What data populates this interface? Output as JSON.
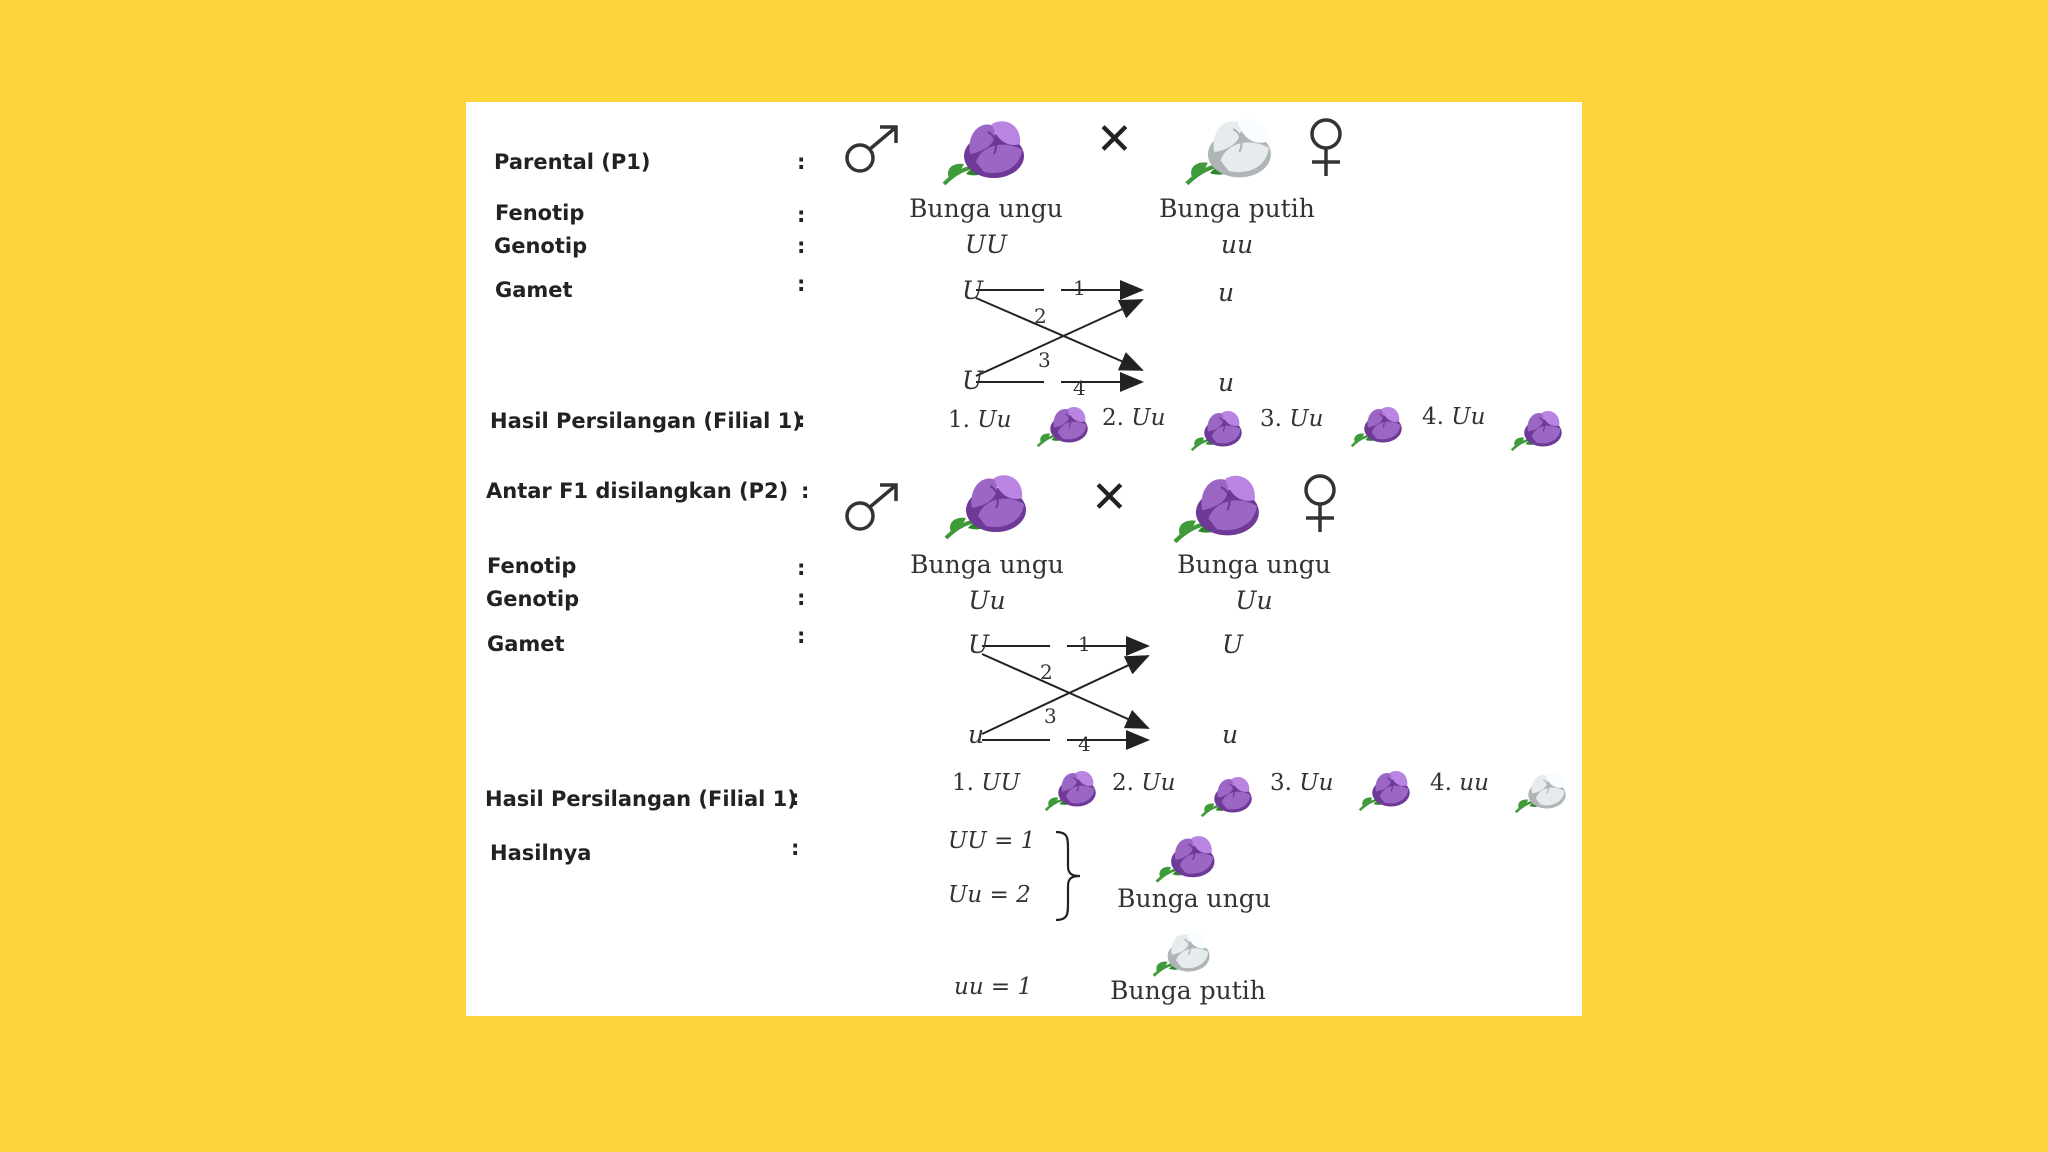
{
  "colors": {
    "background": "#fdd43a",
    "panel": "#ffffff",
    "purple_flower": "#9b66c4",
    "white_flower": "#e6ecee",
    "leaf": "#3f9a3a"
  },
  "p1": {
    "label": "Parental (P1)",
    "colon": ":",
    "male_symbol_icon": "male-symbol-icon",
    "female_symbol_icon": "female-symbol-icon",
    "cross_symbol": "✕",
    "fenotip_label": "Fenotip",
    "genotip_label": "Genotip",
    "gamet_label": "Gamet",
    "male_fenotip": "Bunga ungu",
    "female_fenotip": "Bunga putih",
    "male_genotip": "UU",
    "female_genotip": "uu",
    "gametes": {
      "left_top": "U",
      "left_bottom": "U",
      "right_top": "u",
      "right_bottom": "u",
      "n1": "1",
      "n2": "2",
      "n3": "3",
      "n4": "4"
    },
    "result_label": "Hasil Persilangan (Filial 1)",
    "results": [
      {
        "num": "1.",
        "genotype": "Uu",
        "flower": "purple"
      },
      {
        "num": "2.",
        "genotype": "Uu",
        "flower": "purple"
      },
      {
        "num": "3.",
        "genotype": "Uu",
        "flower": "purple"
      },
      {
        "num": "4.",
        "genotype": "Uu",
        "flower": "purple"
      }
    ]
  },
  "p2": {
    "label": "Antar F1 disilangkan (P2)",
    "colon": ":",
    "cross_symbol": "✕",
    "fenotip_label": "Fenotip",
    "genotip_label": "Genotip",
    "gamet_label": "Gamet",
    "male_fenotip": "Bunga ungu",
    "female_fenotip": "Bunga ungu",
    "male_genotip": "Uu",
    "female_genotip": "Uu",
    "gametes": {
      "left_top": "U",
      "left_bottom": "u",
      "right_top": "U",
      "right_bottom": "u",
      "n1": "1",
      "n2": "2",
      "n3": "3",
      "n4": "4"
    },
    "result_label": "Hasil Persilangan (Filial 1)",
    "results": [
      {
        "num": "1.",
        "genotype": "UU",
        "flower": "purple"
      },
      {
        "num": "2.",
        "genotype": "Uu",
        "flower": "purple"
      },
      {
        "num": "3.",
        "genotype": "Uu",
        "flower": "purple"
      },
      {
        "num": "4.",
        "genotype": "uu",
        "flower": "white"
      }
    ]
  },
  "summary": {
    "label": "Hasilnya",
    "colon": ":",
    "uu_big": "UU = 1",
    "uu_mix": "Uu = 2",
    "uu_small": "uu = 1",
    "purple_result": "Bunga ungu",
    "white_result": "Bunga putih"
  }
}
